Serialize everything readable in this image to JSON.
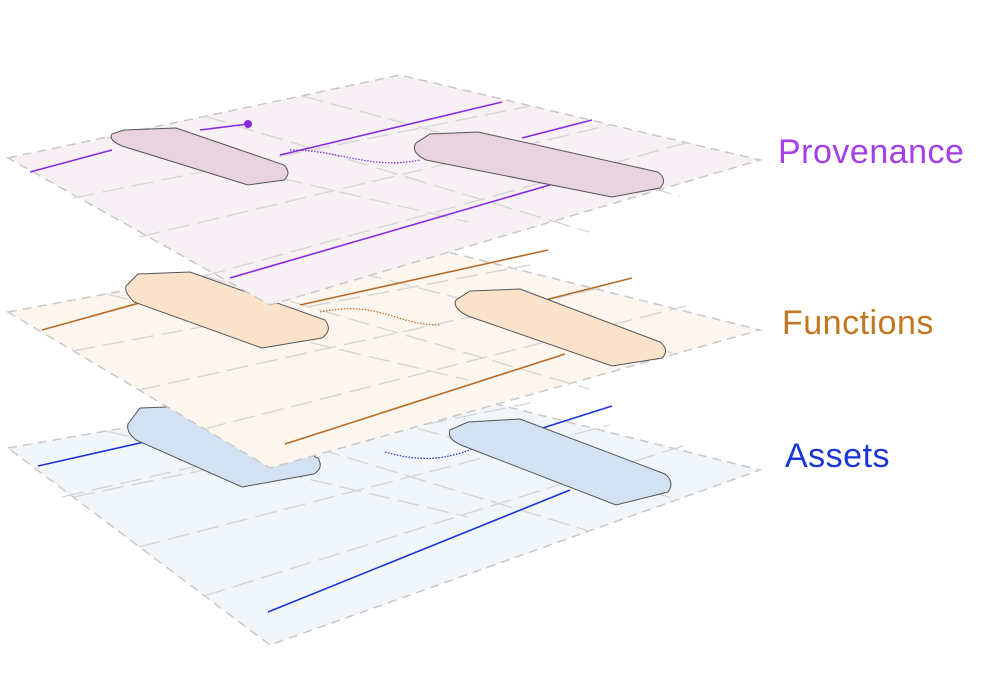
{
  "layers": [
    {
      "id": "provenance",
      "label": "Provenance",
      "label_color": "#a33ee8",
      "line_color": "#8a2be2",
      "plane_fill": "#f7f1f6",
      "box_fill": "#e8d3de"
    },
    {
      "id": "functions",
      "label": "Functions",
      "label_color": "#c2761f",
      "line_color": "#b86b25",
      "plane_fill": "#fdf6ef",
      "box_fill": "#fbe3cb"
    },
    {
      "id": "assets",
      "label": "Assets",
      "label_color": "#1a36d8",
      "line_color": "#1a33d6",
      "plane_fill": "#f1f6fb",
      "box_fill": "#d2e2f2"
    }
  ],
  "colors": {
    "plane_border": "#c8c8c8",
    "grid_line": "#d6d6d6",
    "box_stroke": "#555555"
  }
}
